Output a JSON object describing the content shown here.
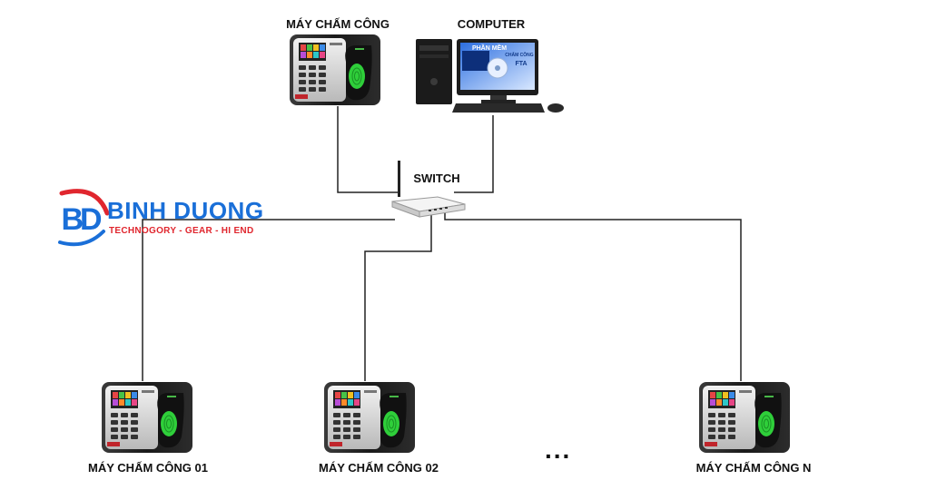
{
  "labels": {
    "top_device": "MÁY CHẤM CÔNG",
    "computer": "COMPUTER",
    "switch": "SWITCH",
    "device_01": "MÁY CHẤM CÔNG 01",
    "device_02": "MÁY CHẤM CÔNG 02",
    "device_n": "MÁY CHẤM CÔNG N",
    "ellipsis": "..."
  },
  "brand": {
    "mark": "BD",
    "name": "BINH DUONG",
    "tagline": "TECHNOGORY - GEAR - HI END"
  },
  "monitor_screen": {
    "line1": "PHẦN MỀM",
    "line2": "CHẤM CÔNG",
    "line3": "FTA"
  },
  "colors": {
    "line": "#222222",
    "brand_blue": "#1a6fd8",
    "brand_red": "#e0262e",
    "fingerprint_green": "#2fcf3a"
  }
}
